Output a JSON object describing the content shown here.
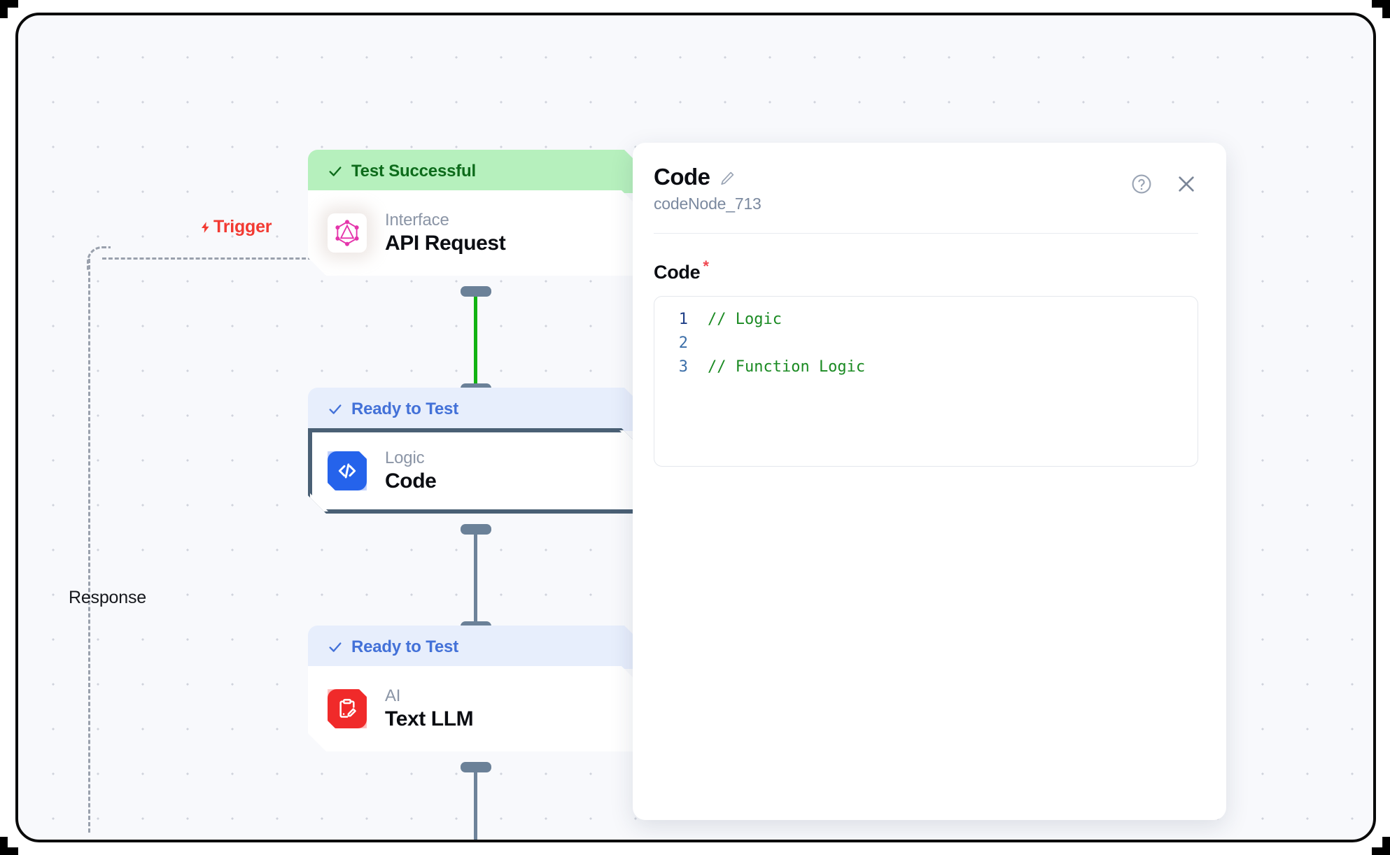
{
  "canvas": {
    "trigger_label": "Trigger",
    "response_label": "Response"
  },
  "nodes": [
    {
      "status": "Test Successful",
      "kind": "Interface",
      "title": "API Request",
      "icon": "graphql-icon",
      "status_state": "ok",
      "selected": false
    },
    {
      "status": "Ready to Test",
      "kind": "Logic",
      "title": "Code",
      "icon": "code-brackets-icon",
      "status_state": "ready",
      "selected": true
    },
    {
      "status": "Ready to Test",
      "kind": "AI",
      "title": "Text LLM",
      "icon": "clipboard-pencil-icon",
      "status_state": "ready",
      "selected": false
    }
  ],
  "panel": {
    "title": "Code",
    "subtitle": "codeNode_713",
    "edit_icon": "pencil-icon",
    "help_icon": "question-circle-icon",
    "close_icon": "close-icon",
    "field": {
      "label": "Code",
      "required_marker": "*"
    },
    "code": {
      "lines": [
        {
          "number": "1",
          "text": "// Logic"
        },
        {
          "number": "2",
          "text": ""
        },
        {
          "number": "3",
          "text": "// Function Logic"
        }
      ]
    }
  },
  "colors": {
    "success": "#0d6b1b",
    "success_bg": "#b6f0bd",
    "ready": "#4371d8",
    "ready_bg": "#e7eefc",
    "trigger": "#f23a32",
    "edge_active": "#12b312",
    "edge_idle": "#6e839a",
    "required": "#f0464f",
    "comment": "#1a8a22"
  }
}
